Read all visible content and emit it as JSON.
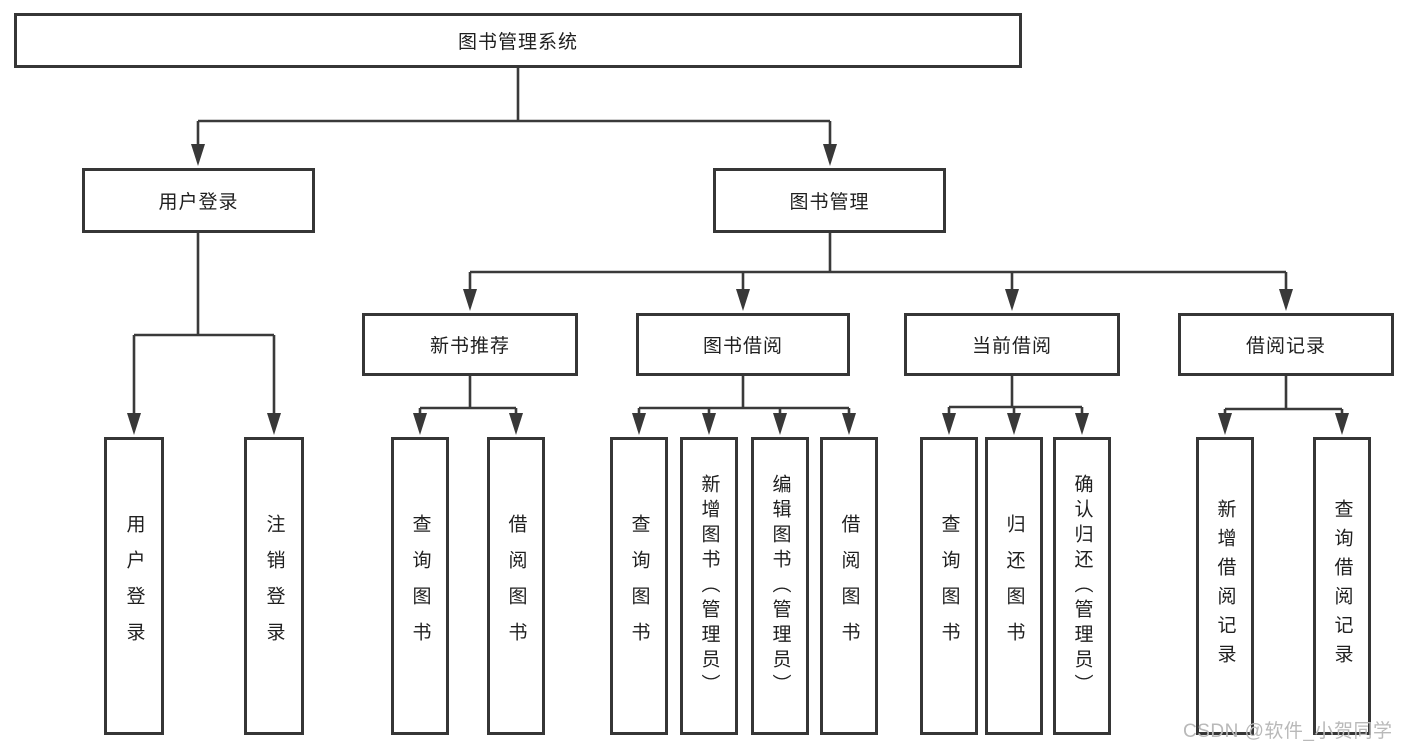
{
  "diagram": {
    "root": {
      "label": "图书管理系统"
    },
    "branches": [
      {
        "label": "用户登录",
        "children": [
          {
            "label": "用户登录"
          },
          {
            "label": "注销登录"
          }
        ]
      },
      {
        "label": "图书管理",
        "children": [
          {
            "label": "新书推荐",
            "children": [
              {
                "label": "查询图书"
              },
              {
                "label": "借阅图书"
              }
            ]
          },
          {
            "label": "图书借阅",
            "children": [
              {
                "label": "查询图书"
              },
              {
                "label": "新增图书（管理员）"
              },
              {
                "label": "编辑图书（管理员）"
              },
              {
                "label": "借阅图书"
              }
            ]
          },
          {
            "label": "当前借阅",
            "children": [
              {
                "label": "查询图书"
              },
              {
                "label": "归还图书"
              },
              {
                "label": "确认归还（管理员）"
              }
            ]
          },
          {
            "label": "借阅记录",
            "children": [
              {
                "label": "新增借阅记录"
              },
              {
                "label": "查询借阅记录"
              }
            ]
          }
        ]
      }
    ]
  },
  "watermark": {
    "text": "CSDN @软件_小贺同学"
  },
  "colors": {
    "line": "#3a3a3a",
    "box_border": "#363636",
    "text": "#1f1f1f",
    "watermark": "#b9b9b9",
    "background": "#ffffff"
  }
}
